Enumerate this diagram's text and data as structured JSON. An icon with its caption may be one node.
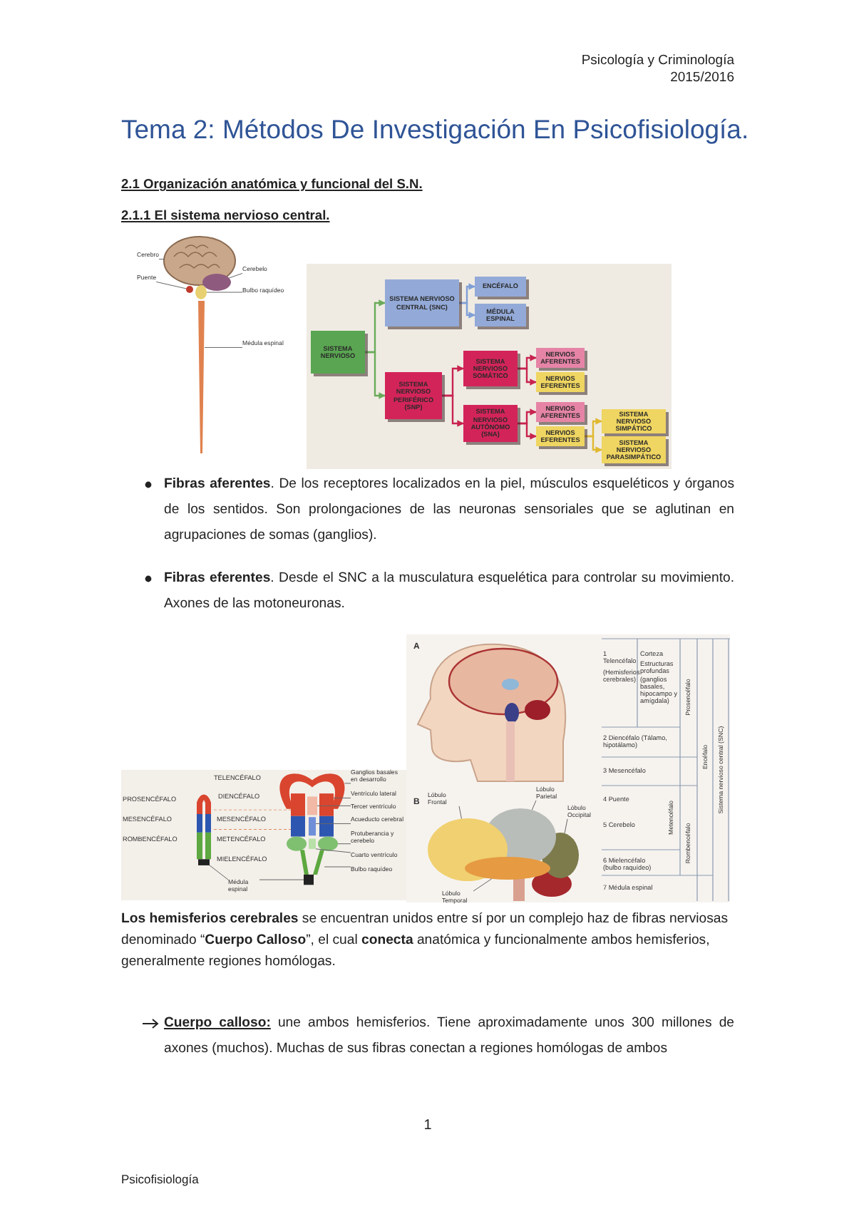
{
  "diagram": {
    "title": "Tema 2: Métodos De Investigación En Psicofisiología.",
    "nodes": [
      {
        "text": [
          "SISTEMA NERVIOSO"
        ]
      },
      {
        "text": [
          "SISTEMA NERVIOSO CENTRAL (SNC)"
        ]
      },
      {
        "text": [
          "ENCÉFALO"
        ]
      },
      {
        "text": [
          "MÉDULA ESPINAL"
        ]
      },
      {
        "text": [
          "SISTEMA NERVIOSO PERIFÉRICO (SNP)"
        ]
      },
      {
        "text": [
          "SISTEMA NERVIOSO SOMÁTICO"
        ]
      },
      {
        "text": [
          "NERVIOS AFERENTES"
        ]
      },
      {
        "text": [
          "NERVIOS EFERENTES"
        ]
      },
      {
        "text": [
          "SISTEMA NERVIOSO AUTÓNOMO (SNA)"
        ]
      },
      {
        "text": [
          "NERVIOS AFERENTES"
        ]
      },
      {
        "text": [
          "NERVIOS EFERENTES"
        ]
      },
      {
        "text": [
          "SISTEMA NERVIOSO SIMPÁTICO"
        ]
      },
      {
        "text": [
          "SISTEMA NERVIOSO PARASIMPÁTICO"
        ]
      },
      {
        "text": [
          "Cerebro"
        ]
      },
      {
        "text": [
          "Puente"
        ]
      },
      {
        "text": [
          "Cerebelo"
        ]
      },
      {
        "text": [
          "Bulbo raquídeo"
        ]
      },
      {
        "text": [
          "Médula espinal"
        ]
      },
      {
        "text": [
          "Ganglios basales en desarrollo"
        ]
      },
      {
        "text": [
          "Ventrículo lateral"
        ]
      },
      {
        "text": [
          "Tercer ventrículo"
        ]
      },
      {
        "text": [
          "Acueducto cerebral"
        ]
      },
      {
        "text": [
          "Protuberancia y cerebelo"
        ]
      },
      {
        "text": [
          "Cuarto ventrículo"
        ]
      },
      {
        "text": [
          "Bulbo raquídeo"
        ]
      },
      {
        "text": [
          "Médula espinal"
        ]
      },
      {
        "text": [
          "Lóbulo Frontal"
        ]
      },
      {
        "text": [
          "Lóbulo Parietal"
        ]
      },
      {
        "text": [
          "Lóbulo Occipital"
        ]
      },
      {
        "text": [
          "Lóbulo Temporal"
        ]
      },
      {
        "text": [],
        "shape": "picture"
      },
      {
        "text": [],
        "shape": "circle"
      },
      {
        "text": [],
        "shape": "circle"
      },
      {
        "text": [],
        "shape": "circle"
      },
      {
        "text": [],
        "shape": "picture"
      },
      {
        "text": [],
        "shape": "picture"
      },
      {
        "text": [],
        "shape": "box"
      },
      {
        "text": [],
        "shape": "box"
      },
      {
        "text": [],
        "shape": "box"
      },
      {
        "text": [],
        "shape": "circle"
      },
      {
        "text": [],
        "shape": "box"
      },
      {
        "text": [],
        "shape": "picture"
      },
      {
        "text": [],
        "shape": "box"
      },
      {
        "text": [],
        "shape": "box"
      },
      {
        "text": [],
        "shape": "circle"
      },
      {
        "text": [],
        "shape": "circle"
      },
      {
        "text": [],
        "shape": "circle"
      },
      {
        "text": [],
        "shape": "circle"
      }
    ],
    "edges": [
      {
        "from": 0,
        "to": 1,
        "arrow": "to",
        "color": "#6aab5a"
      },
      {
        "from": 0,
        "to": 4,
        "arrow": "to",
        "color": "#6aab5a"
      },
      {
        "from": 1,
        "to": 2,
        "arrow": "to",
        "color": "#7f9fd6"
      },
      {
        "from": 1,
        "to": 3,
        "arrow": "to",
        "color": "#7f9fd6"
      },
      {
        "from": 4,
        "to": 5,
        "arrow": "to",
        "color": "#c8234f"
      },
      {
        "from": 4,
        "to": 8,
        "arrow": "to",
        "color": "#c8234f"
      },
      {
        "from": 5,
        "to": 6,
        "arrow": "to",
        "color": "#c8234f"
      },
      {
        "from": 5,
        "to": 7,
        "arrow": "to",
        "color": "#c8234f"
      },
      {
        "from": 8,
        "to": 9,
        "arrow": "to",
        "color": "#c8234f"
      },
      {
        "from": 8,
        "to": 10,
        "arrow": "to",
        "color": "#c8234f"
      },
      {
        "from": 10,
        "to": 11,
        "arrow": "to",
        "color": "#e0b830"
      },
      {
        "from": 10,
        "to": 12,
        "arrow": "to",
        "color": "#e0b830"
      },
      {
        "from": 13,
        "to": 30,
        "arrow": "none"
      },
      {
        "from": 14,
        "to": 31,
        "arrow": "none"
      },
      {
        "from": 15,
        "to": 32,
        "arrow": "none"
      },
      {
        "from": 16,
        "to": 33,
        "arrow": "none"
      },
      {
        "from": 17,
        "to": 34,
        "arrow": "none"
      },
      {
        "from": 18,
        "to": 35,
        "arrow": "none"
      },
      {
        "from": 19,
        "to": 36,
        "arrow": "none"
      },
      {
        "from": 20,
        "to": 37,
        "arrow": "none"
      },
      {
        "from": 21,
        "to": 38,
        "arrow": "none"
      },
      {
        "from": 22,
        "to": 39,
        "arrow": "none"
      },
      {
        "from": 23,
        "to": 40,
        "arrow": "none"
      },
      {
        "from": 24,
        "to": 41,
        "arrow": "none"
      },
      {
        "from": 25,
        "to": 42,
        "arrow": "none"
      },
      {
        "from": 25,
        "to": 43,
        "arrow": "none"
      },
      {
        "from": 26,
        "to": 44,
        "arrow": "none"
      },
      {
        "from": 27,
        "to": 45,
        "arrow": "none"
      },
      {
        "from": 28,
        "to": 46,
        "arrow": "none"
      },
      {
        "from": 29,
        "to": 47,
        "arrow": "none"
      }
    ],
    "labels": [
      "Psicología y Criminología",
      "2015/2016",
      "2.1 Organización anatómica y funcional del S.N.",
      "2.1.1 El sistema nervioso central.",
      "**Fibras aferentes**. De los receptores localizados en la piel, músculos esqueléticos y órganos de los sentidos. Son prolongaciones de las neuronas sensoriales que se aglutinan en agrupaciones de somas (ganglios).",
      "**Fibras eferentes**. Desde el SNC a la musculatura esquelética para controlar su movimiento. Axones de las motoneuronas.",
      "A",
      "1 Telencéfalo",
      "(Hemisferios cerebrales)",
      "Corteza",
      "Estructuras profundas (ganglios basales, hipocampo y amígdala)",
      "2 Diencéfalo (Tálamo, hipotálamo)",
      "3 Mesencéfalo",
      "B",
      "4 Puente",
      "5 Cerebelo",
      "6 Mielencéfalo (bulbo raquídeo)",
      "7 Médula espinal",
      "Prosencéfalo",
      "Metencéfalo",
      "Rombencéfalo",
      "Encéfalo",
      "Sistema nervioso central (SNC)",
      "TELENCÉFALO",
      "PROSENCÉFALO",
      "DIENCÉFALO",
      "MESENCÉFALO",
      "MESENCÉFALO",
      "ROMBENCÉFALO",
      "METENCÉFALO",
      "MIELENCÉFALO",
      "**Los hemisferios cerebrales** se encuentran unidos entre sí por un complejo haz de fibras nerviosas denominado “**Cuerpo Calloso**”, el cual **conecta** anatómica y funcionalmente ambos hemisferios, generalmente regiones homólogas.",
      "**Cuerpo calloso:** une ambos hemisferios. Tiene aproximadamente unos 300 millones de axones (muchos). Muchas de sus fibras conectan a regiones homólogas de ambos",
      "1",
      "Psicofisiología"
    ]
  }
}
